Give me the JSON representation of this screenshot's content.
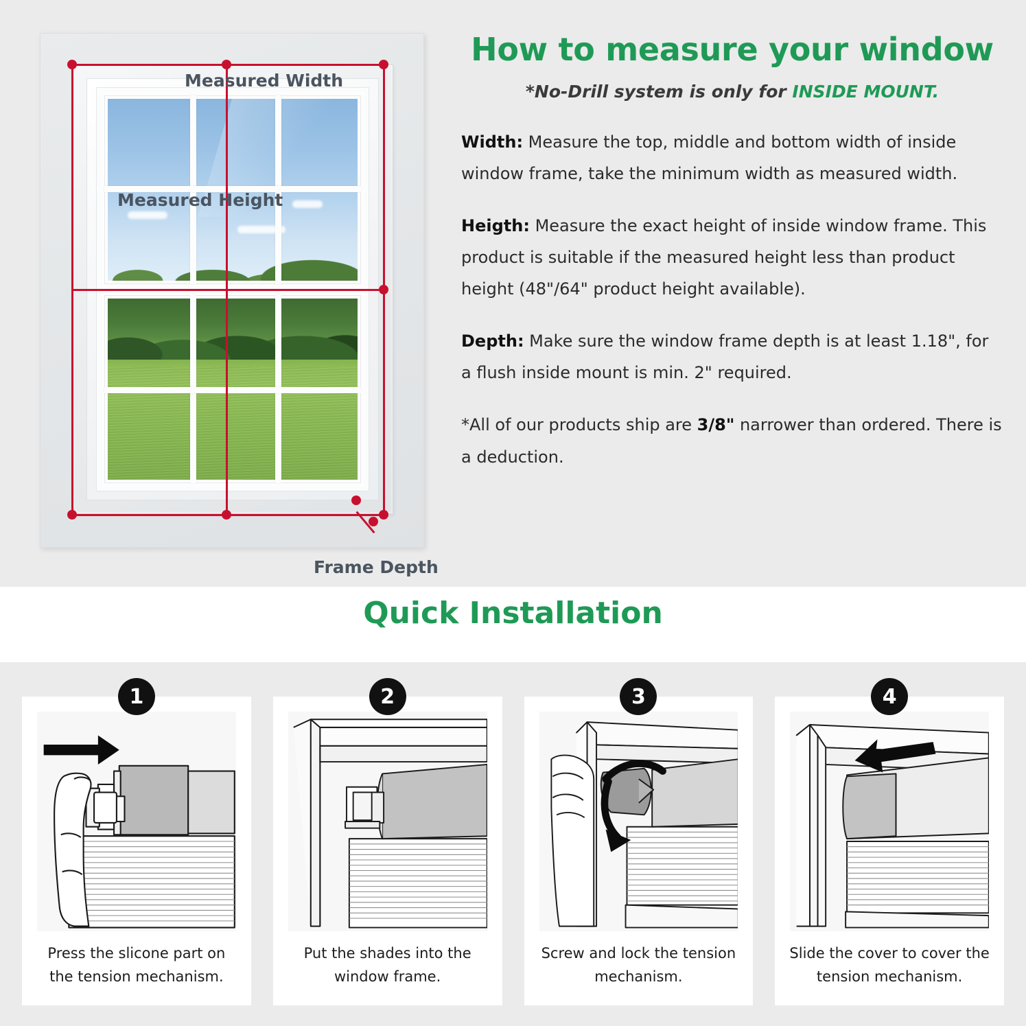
{
  "measure": {
    "diagram": {
      "label_width": "Measured Width",
      "label_height": "Measured Height",
      "label_depth": "Frame Depth",
      "line_color": "#c8102e",
      "label_color": "#4a5560"
    },
    "title": "How to measure your window",
    "subtitle_prefix": "*No-Drill system is only for ",
    "subtitle_highlight": "INSIDE MOUNT.",
    "accent_color": "#1f9a56",
    "paragraphs": [
      {
        "label": "Width:",
        "text": " Measure the top, middle and bottom width of inside window frame, take the minimum width as measured width."
      },
      {
        "label": "Heigth:",
        "text": " Measure the exact height of inside window frame. This product is suitable if the measured height less than product height (48\"/64\" product height available)."
      },
      {
        "label": "Depth:",
        "text": " Make sure the window frame depth is at least 1.18\", for a flush inside mount is min. 2\" required."
      }
    ],
    "footnote_pre": "*All of our products ship are ",
    "footnote_bold": "3/8\"",
    "footnote_post": " narrower than ordered. There is a deduction."
  },
  "install": {
    "title": "Quick Installation",
    "steps": [
      {
        "number": "1",
        "caption": "Press the slicone part on the tension mechanism.",
        "art": "hand-press-silicone"
      },
      {
        "number": "2",
        "caption": "Put the shades into the window frame.",
        "art": "shade-into-frame"
      },
      {
        "number": "3",
        "caption": "Screw and lock the tension mechanism.",
        "art": "screw-lock-tension"
      },
      {
        "number": "4",
        "caption": "Slide the cover to cover the tension mechanism.",
        "art": "slide-cover"
      }
    ]
  }
}
